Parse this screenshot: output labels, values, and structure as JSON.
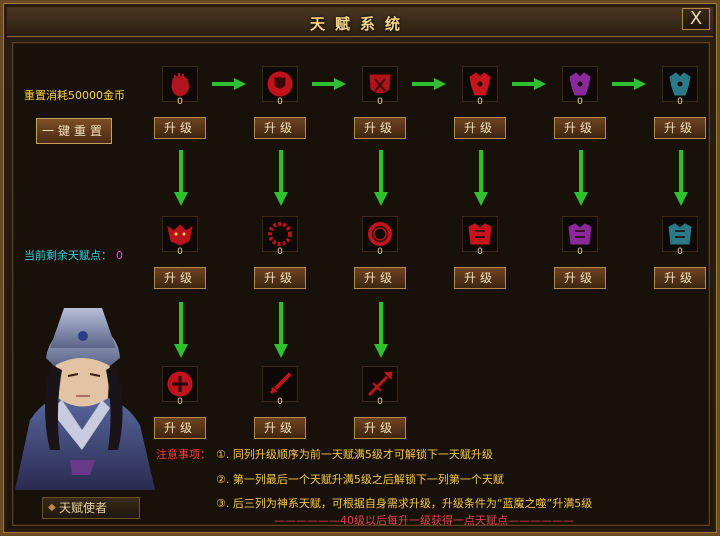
{
  "window": {
    "title": "天赋系统",
    "close_label": "X"
  },
  "left": {
    "reset_cost": "重置消耗50000金币",
    "reset_button": "一键重置",
    "points_label": "当前剩余天赋点：",
    "points_value": "0",
    "envoy_label": "天赋使者"
  },
  "talents": {
    "row1": [
      {
        "level": "0",
        "button": "升级",
        "icon": "fist-icon",
        "color": "#b0141c"
      },
      {
        "level": "0",
        "button": "升级",
        "icon": "shield-icon",
        "color": "#c0121a"
      },
      {
        "level": "0",
        "button": "升级",
        "icon": "crest-icon",
        "color": "#b0121a"
      },
      {
        "level": "0",
        "button": "升级",
        "icon": "armor-icon",
        "color": "#c8141c"
      },
      {
        "level": "0",
        "button": "升级",
        "icon": "armor-icon",
        "color": "#8a2a9a"
      },
      {
        "level": "0",
        "button": "升级",
        "icon": "armor-icon",
        "color": "#2a7a8a"
      }
    ],
    "row2": [
      {
        "level": "0",
        "button": "升级",
        "icon": "demon-mask-icon",
        "color": "#b8121a"
      },
      {
        "level": "0",
        "button": "升级",
        "icon": "bead-ring-icon",
        "color": "#b8121a"
      },
      {
        "level": "0",
        "button": "升级",
        "icon": "ring-icon",
        "color": "#c0141c"
      },
      {
        "level": "0",
        "button": "升级",
        "icon": "chest-armor-icon",
        "color": "#c8141c"
      },
      {
        "level": "0",
        "button": "升级",
        "icon": "chest-armor-icon",
        "color": "#8a2a9a"
      },
      {
        "level": "0",
        "button": "升级",
        "icon": "chest-armor-icon",
        "color": "#2a7a8a"
      }
    ],
    "row3": [
      {
        "level": "0",
        "button": "升级",
        "icon": "cross-shield-icon",
        "color": "#c0141c"
      },
      {
        "level": "0",
        "button": "升级",
        "icon": "sword-icon",
        "color": "#c0141c"
      },
      {
        "level": "0",
        "button": "升级",
        "icon": "spear-icon",
        "color": "#c0141c"
      }
    ]
  },
  "notes": {
    "head": "注意事项：",
    "lines": [
      "①. 同列升级顺序为前一天赋满5级才可解锁下一天赋升级",
      "②. 第一列最后一个天赋升满5级之后解锁下一列第一个天赋",
      "③. 后三列为神系天赋，可根据自身需求升级，升级条件为“蓝魔之噬”升满5级"
    ],
    "footer": "——————40级以后每升一级获得一点天赋点——————"
  },
  "colors": {
    "arrow": "#2fbf30",
    "gold_text": "#f5d44a",
    "cyan_text": "#35d0e0"
  }
}
